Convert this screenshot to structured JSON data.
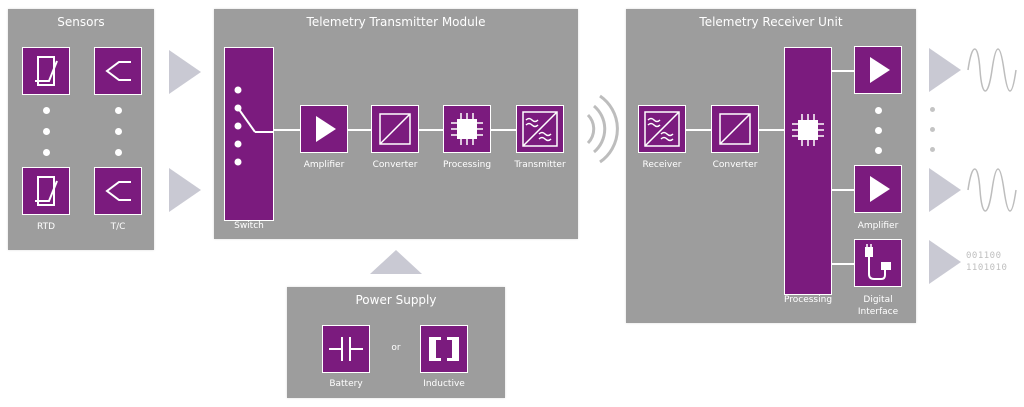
{
  "colors": {
    "panel": "#9d9d9d",
    "block": "#7b1b7e",
    "arrow": "#c9c9d3",
    "line": "#ffffff"
  },
  "sensors": {
    "title": "Sensors",
    "rtd_label": "RTD",
    "tc_label": "T/C"
  },
  "transmitter": {
    "title": "Telemetry Transmitter Module",
    "switch_label": "Switch",
    "amplifier_label": "Amplifier",
    "converter_label": "Converter",
    "processing_label": "Processing",
    "transmitter_label": "Transmitter"
  },
  "power": {
    "title": "Power Supply",
    "battery_label": "Battery",
    "or_label": "or",
    "inductive_label": "Inductive"
  },
  "receiver": {
    "title": "Telemetry Receiver Unit",
    "receiver_label": "Receiver",
    "converter_label": "Converter",
    "processing_label": "Processing",
    "amplifier_label": "Amplifier",
    "digital_label_1": "Digital",
    "digital_label_2": "Interface"
  },
  "outputs": {
    "binary_line_1": "001100",
    "binary_line_2": "1101010"
  },
  "icons": [
    "rtd-icon",
    "thermocouple-icon",
    "switch-icon",
    "amplifier-icon",
    "converter-icon",
    "chip-icon",
    "wave-icon",
    "battery-icon",
    "inductive-icon",
    "sine-wave-icon",
    "digital-plug-icon"
  ]
}
